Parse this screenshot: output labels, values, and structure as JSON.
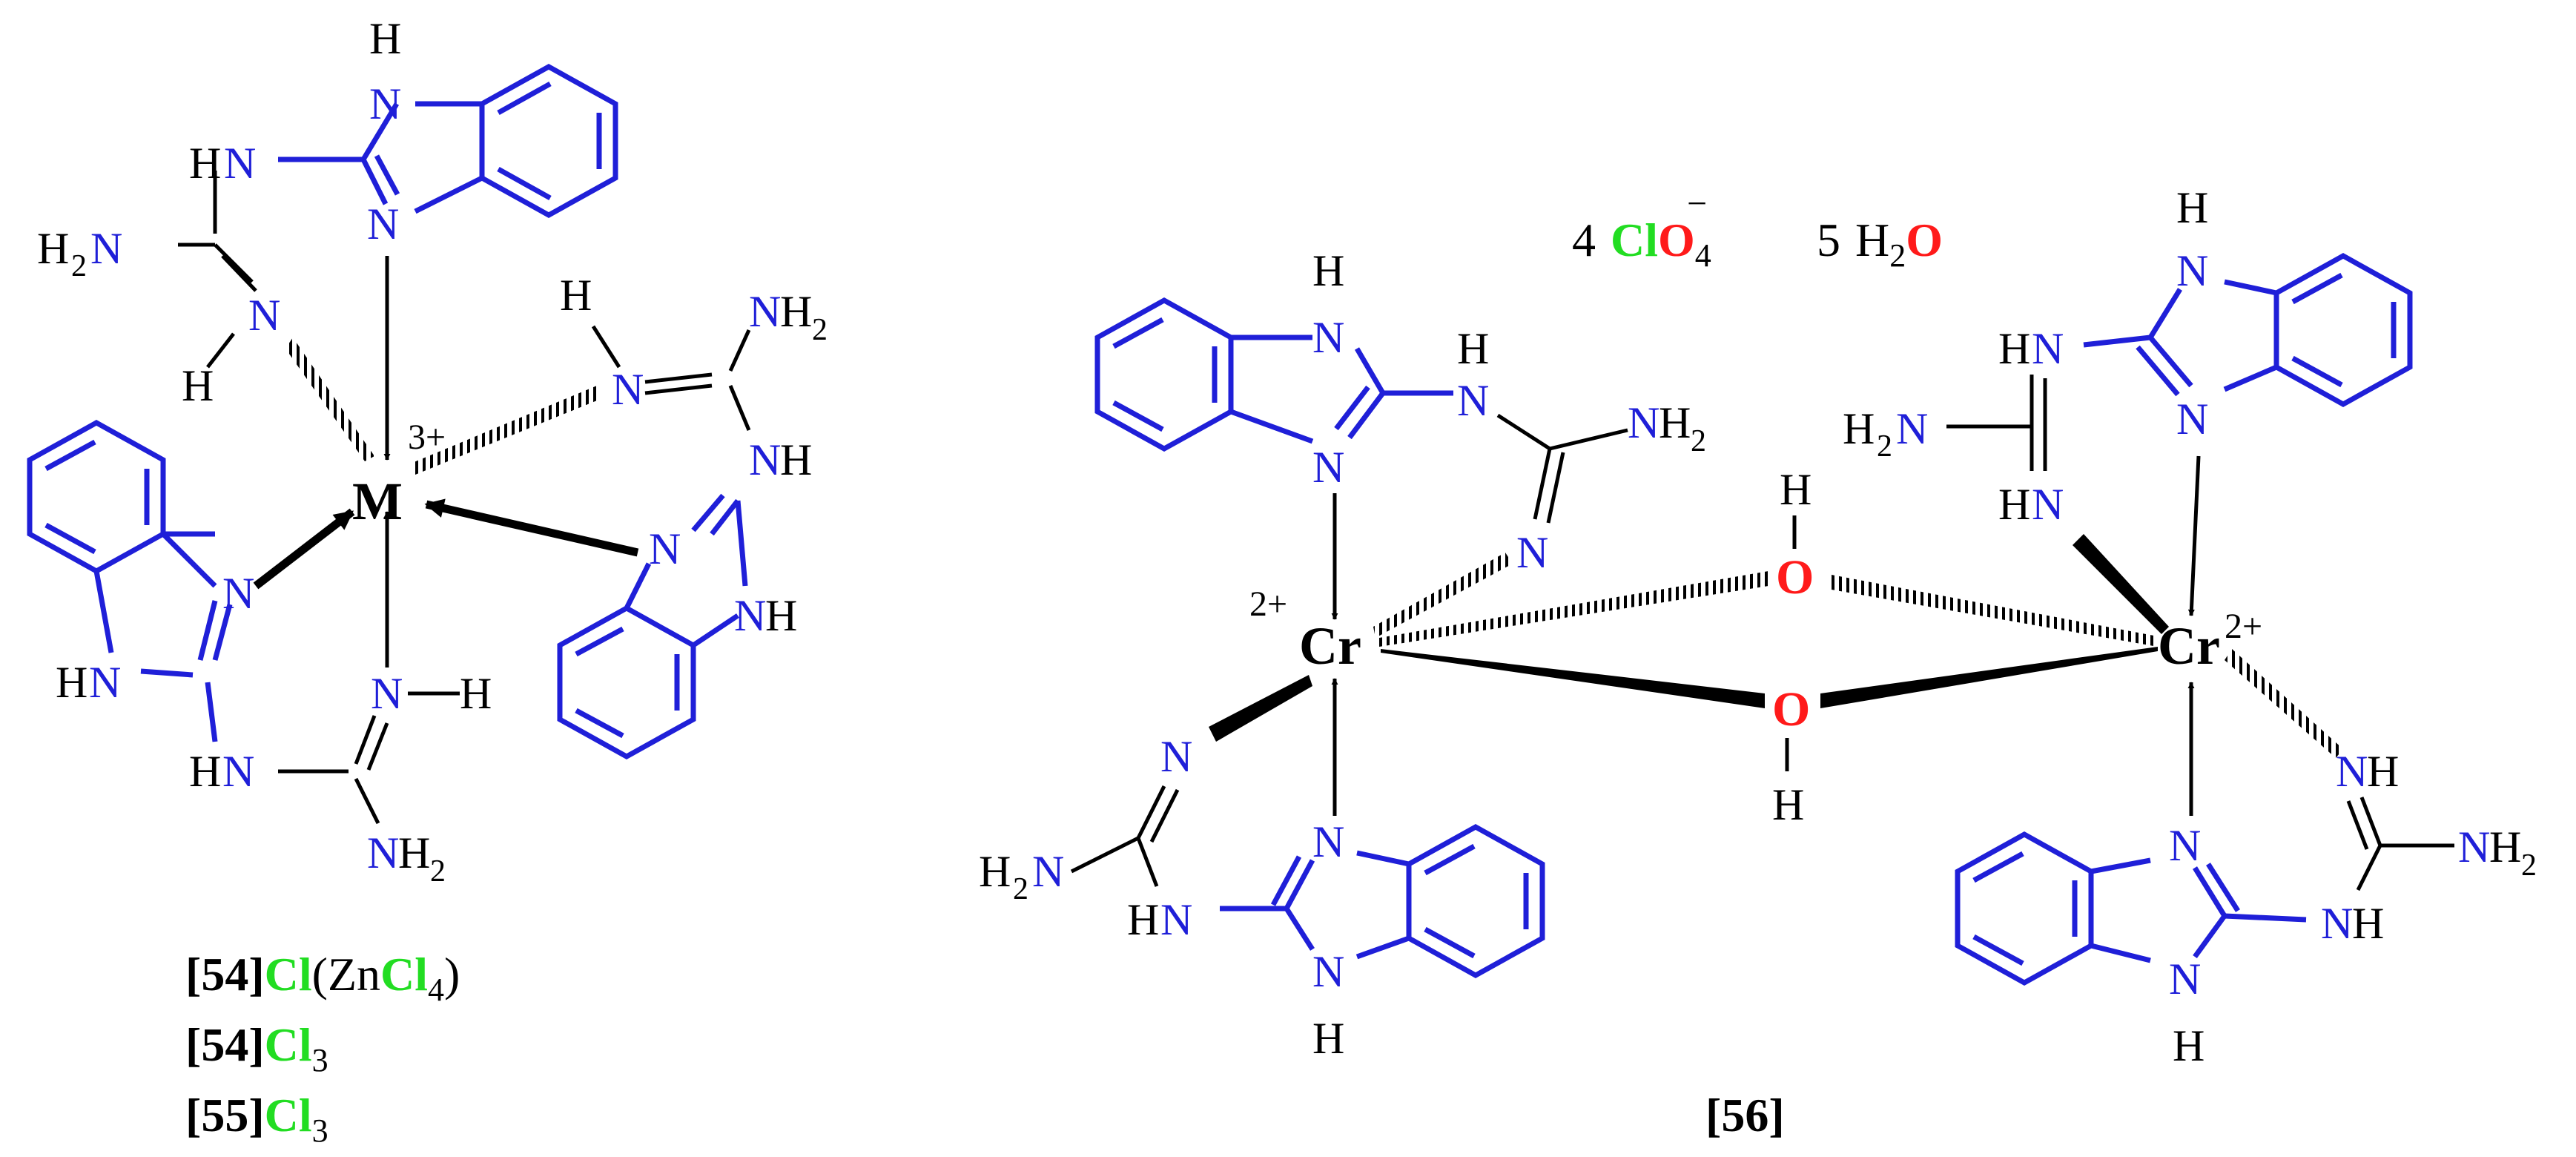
{
  "colors": {
    "ligand": "#1f1fd8",
    "metal": "#000000",
    "chlorine": "#22dd22",
    "oxygen": "#ff1a1a",
    "bond": "#000000"
  },
  "atoms": {
    "nitrogen": "N",
    "hydrogen": "H",
    "amine_nh": "NH",
    "amine_hn": "HN",
    "amine_h2n": "H",
    "amine_nh2": "NH",
    "subscript_two": "2",
    "oxygen": "O",
    "chromium": "Cr",
    "metal": "M"
  },
  "complex_left": {
    "metal_symbol": "M",
    "metal_charge": "3+"
  },
  "complex_right": {
    "metal_symbol": "Cr",
    "metal_charge": "2+",
    "counter_ion_count": "4",
    "counter_ion_cl": "Cl",
    "counter_ion_o": "O",
    "counter_ion_sub": "4",
    "counter_ion_charge": "−",
    "water_count": "5",
    "water_h": "H",
    "water_sub": "2",
    "water_o": "O"
  },
  "labels": {
    "line1_num": "[54]",
    "line1_cl": "Cl",
    "line1_paren_open": "(Zn",
    "line1_cl4": "Cl",
    "line1_sub4": "4",
    "line1_paren_close": ")",
    "line2_num": "[54]",
    "line2_cl": "Cl",
    "line2_sub": "3",
    "line3_num": "[55]",
    "line3_cl": "Cl",
    "line3_sub": "3",
    "right_num": "[56]"
  }
}
